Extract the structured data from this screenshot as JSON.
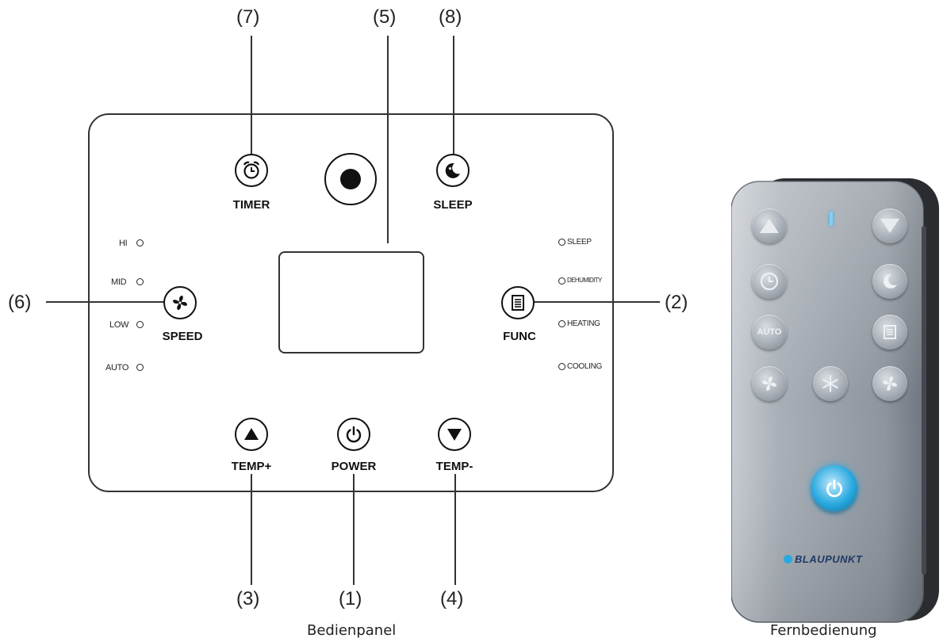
{
  "callouts": {
    "c1": "(1)",
    "c2": "(2)",
    "c3": "(3)",
    "c4": "(4)",
    "c5": "(5)",
    "c6": "(6)",
    "c7": "(7)",
    "c8": "(8)"
  },
  "panel": {
    "timer_label": "TIMER",
    "sleep_label": "SLEEP",
    "speed_label": "SPEED",
    "func_label": "FUNC",
    "temp_up_label": "TEMP+",
    "power_label": "POWER",
    "temp_down_label": "TEMP-",
    "speed_leds": [
      "HI",
      "MID",
      "LOW",
      "AUTO"
    ],
    "func_leds": [
      "SLEEP",
      "DEHUMIDITY",
      "HEATING",
      "COOLING"
    ]
  },
  "remote": {
    "brand": "BLAUPUNKT",
    "button_icons": [
      "triangle-up-icon",
      "triangle-down-icon",
      "clock-icon",
      "moon-icon",
      "auto-icon",
      "menu-icon",
      "fan-icon",
      "snowflake-icon",
      "fan-icon",
      "power-icon"
    ],
    "auto_text": "AUTO",
    "accent_color": "#29a9e0"
  },
  "captions": {
    "panel": "Bedienpanel",
    "remote": "Fernbedienung"
  },
  "colors": {
    "outline": "#111111",
    "remote_body": "#9aa1a9",
    "power_glow": "#29a9e0"
  }
}
